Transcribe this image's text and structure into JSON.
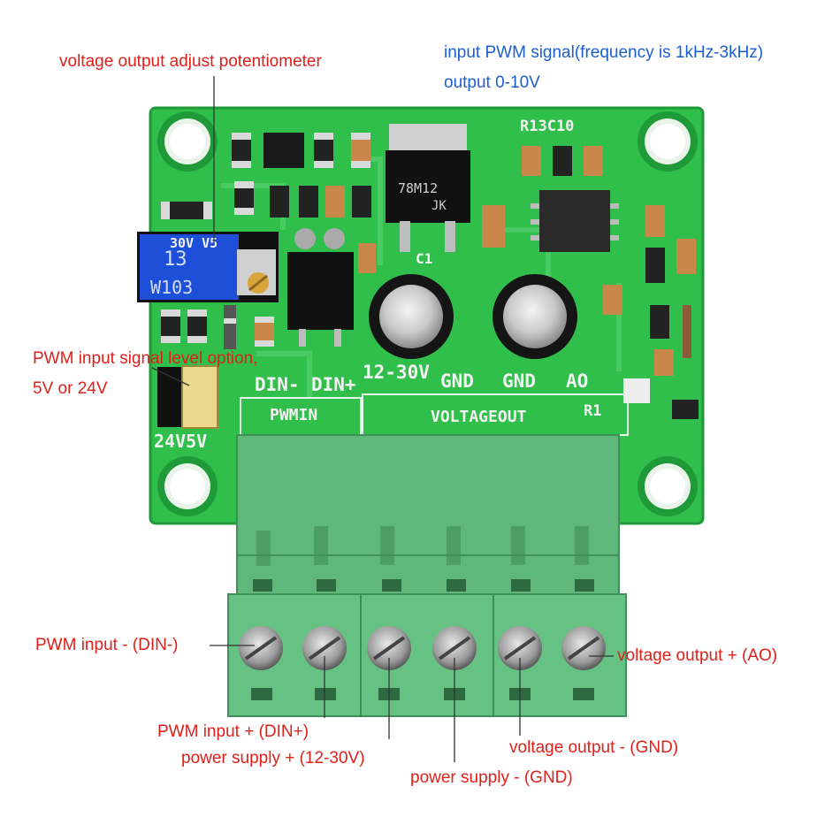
{
  "callouts": {
    "potentiometer": "voltage output adjust potentiometer",
    "pwm_signal_line1": "input PWM signal(frequency is 1kHz-3kHz)",
    "pwm_signal_line2": "output 0-10V",
    "level_option_line1": "PWM input signal level option,",
    "level_option_line2": "5V or 24V",
    "din_minus": "PWM input - (DIN-)",
    "din_plus": "PWM input + (DIN+)",
    "power_plus": "power supply + (12-30V)",
    "power_minus": "power supply - (GND)",
    "voltage_minus": "voltage output - (GND)",
    "voltage_plus": "voltage output + (AO)"
  },
  "board": {
    "silk_din_minus": "DIN-",
    "silk_din_plus": "DIN+",
    "silk_12_30v": "12-30V",
    "silk_gnd_1": "GND",
    "silk_gnd_2": "GND",
    "silk_ao": "AO",
    "silk_pwmin": "PWMIN",
    "silk_voltageout": "VOLTAGEOUT",
    "silk_24v5v": "24V5V",
    "silk_r13c10": "R13C10",
    "silk_c1": "C1",
    "silk_r1": "R1",
    "regulator_line1": "78M12",
    "regulator_line2": "JK",
    "pot_line1": "13",
    "pot_line2": "W103",
    "silk_30v_v5": "30V  V5"
  },
  "colors": {
    "pcb": "#2fbf4a",
    "terminal": "#5fb87a",
    "label_red": "#e0201a",
    "label_blue": "#1a5fd0"
  }
}
